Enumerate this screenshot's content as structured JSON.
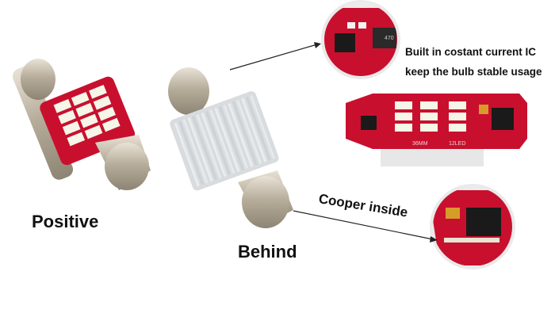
{
  "labels": {
    "positive": "Positive",
    "behind": "Behind",
    "ic_line1": "Built in costant current IC",
    "ic_line2": "keep the bulb stable usage",
    "cooper": "Cooper inside"
  },
  "pcb_print": {
    "chip": "470",
    "board_left": "36MM",
    "board_right": "12LED"
  },
  "colors": {
    "pcb": "#c8102e",
    "led": "#f5f5e8",
    "metal": "#c9c2b4",
    "heatsink": "#dfe3e6"
  }
}
